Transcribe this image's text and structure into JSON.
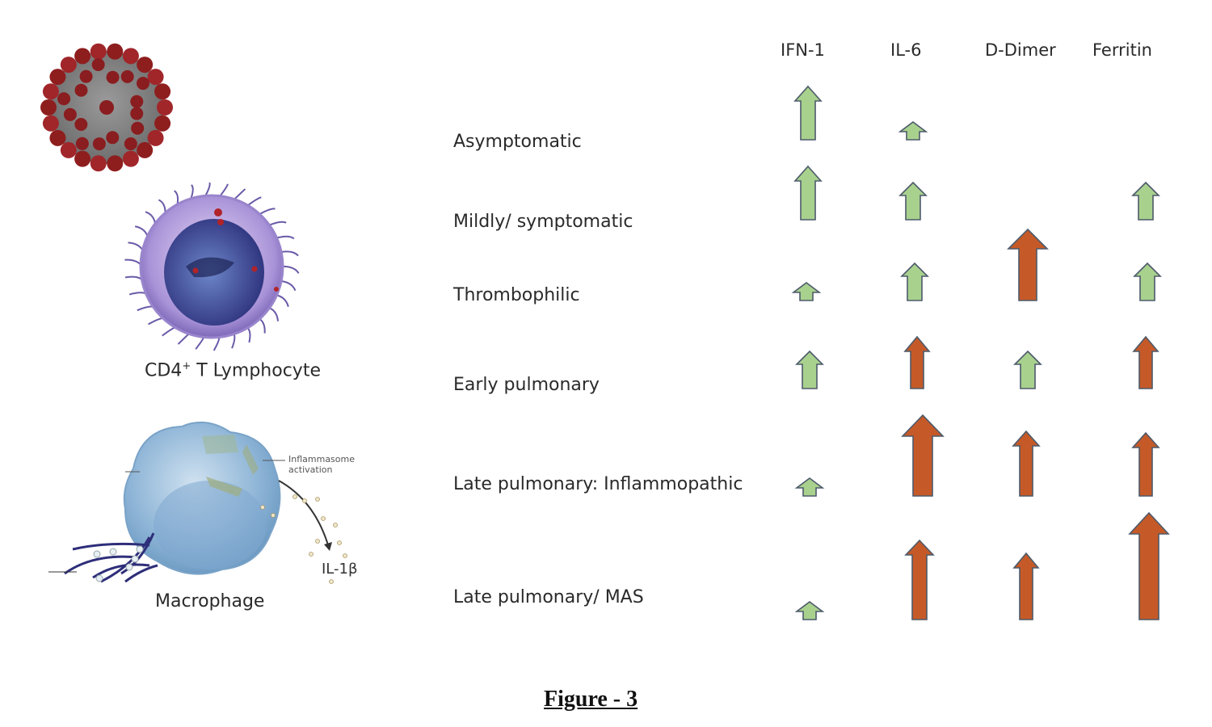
{
  "markers": [
    {
      "key": "ifn1",
      "label": "IFN-1"
    },
    {
      "key": "il6",
      "label": "IL-6"
    },
    {
      "key": "ddimer",
      "label": "D-Dimer"
    },
    {
      "key": "ferritin",
      "label": "Ferritin"
    }
  ],
  "stages": [
    {
      "label": "Asymptomatic"
    },
    {
      "label": "Mildly/ symptomatic"
    },
    {
      "label": "Thrombophilic"
    },
    {
      "label": "Early pulmonary"
    },
    {
      "label": "Late pulmonary: Inflammopathic"
    },
    {
      "label": "Late pulmonary/ MAS"
    }
  ],
  "legend_colors": {
    "mild_increase": "#a9d18e",
    "marked_increase": "#c55a28",
    "outline": "#4d5a6b"
  },
  "chart_data": {
    "type": "table",
    "title": "Figure - 3",
    "columns": [
      "IFN-1",
      "IL-6",
      "D-Dimer",
      "Ferritin"
    ],
    "rows": [
      "Asymptomatic",
      "Mildly/ symptomatic",
      "Thrombophilic",
      "Early pulmonary",
      "Late pulmonary: Inflammopathic",
      "Late pulmonary/ MAS"
    ],
    "encoding": "up-arrow; green = mild increase, orange = marked increase; size = relative magnitude (1 small, 2 medium, 3 large)",
    "cells": [
      [
        {
          "dir": "up",
          "color": "green",
          "level": 3
        },
        {
          "dir": "up",
          "color": "green",
          "level": 1
        },
        null,
        null
      ],
      [
        {
          "dir": "up",
          "color": "green",
          "level": 3
        },
        {
          "dir": "up",
          "color": "green",
          "level": 2
        },
        null,
        {
          "dir": "up",
          "color": "green",
          "level": 2
        }
      ],
      [
        {
          "dir": "up",
          "color": "green",
          "level": 1
        },
        {
          "dir": "up",
          "color": "green",
          "level": 2
        },
        {
          "dir": "up",
          "color": "orange",
          "level": 3
        },
        {
          "dir": "up",
          "color": "green",
          "level": 2
        }
      ],
      [
        {
          "dir": "up",
          "color": "green",
          "level": 2
        },
        {
          "dir": "up",
          "color": "orange",
          "level": 2
        },
        {
          "dir": "up",
          "color": "green",
          "level": 2
        },
        {
          "dir": "up",
          "color": "orange",
          "level": 2
        }
      ],
      [
        {
          "dir": "up",
          "color": "green",
          "level": 1
        },
        {
          "dir": "up",
          "color": "orange",
          "level": 3
        },
        {
          "dir": "up",
          "color": "orange",
          "level": 2
        },
        {
          "dir": "up",
          "color": "orange",
          "level": 2
        }
      ],
      [
        {
          "dir": "up",
          "color": "green",
          "level": 1
        },
        {
          "dir": "up",
          "color": "orange",
          "level": 3
        },
        {
          "dir": "up",
          "color": "orange",
          "level": 2
        },
        {
          "dir": "up",
          "color": "orange",
          "level": 3
        }
      ]
    ]
  },
  "illustrations": {
    "virus": {
      "name": "coronavirus"
    },
    "lymphocyte": {
      "caption_main": "CD4",
      "caption_sup": "+",
      "caption_rest": " T Lymphocyte"
    },
    "macrophage": {
      "caption": "Macrophage",
      "annotation_line1": "Inflammasome",
      "annotation_line2": "activation",
      "cytokine_label": "IL-1β"
    }
  },
  "figure_caption": "Figure - 3"
}
